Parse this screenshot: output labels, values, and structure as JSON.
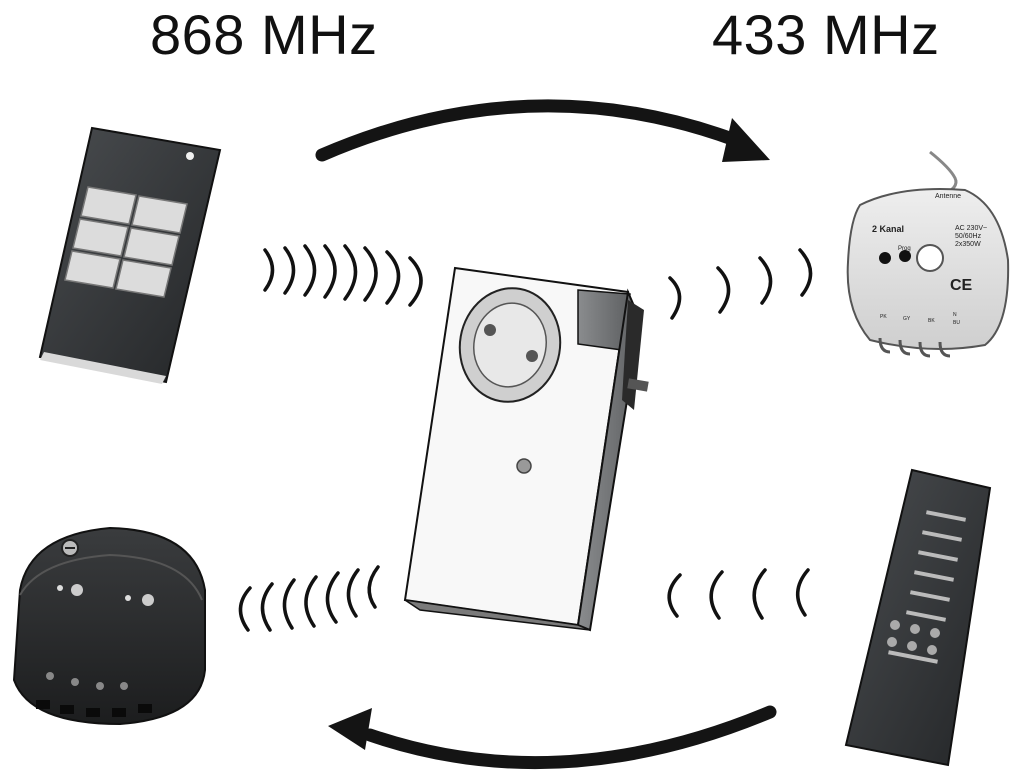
{
  "frequencies": {
    "left": "868 MHz",
    "right": "433 MHz"
  },
  "receiver_module": {
    "antenna_label": "Antenne",
    "channel_label": "2 Kanal",
    "spec_line1": "AC 230V~",
    "spec_line2": "50/60Hz",
    "spec_line3": "2x350W",
    "prog_label": "Prog",
    "ce_mark": "CE",
    "terminal_labels": [
      "PK",
      "GY",
      "BK",
      "N",
      "BU"
    ]
  },
  "icons": {
    "curve_top": "arrow-right-icon",
    "curve_bottom": "arrow-left-icon",
    "waves": "radio-waves-icon"
  }
}
